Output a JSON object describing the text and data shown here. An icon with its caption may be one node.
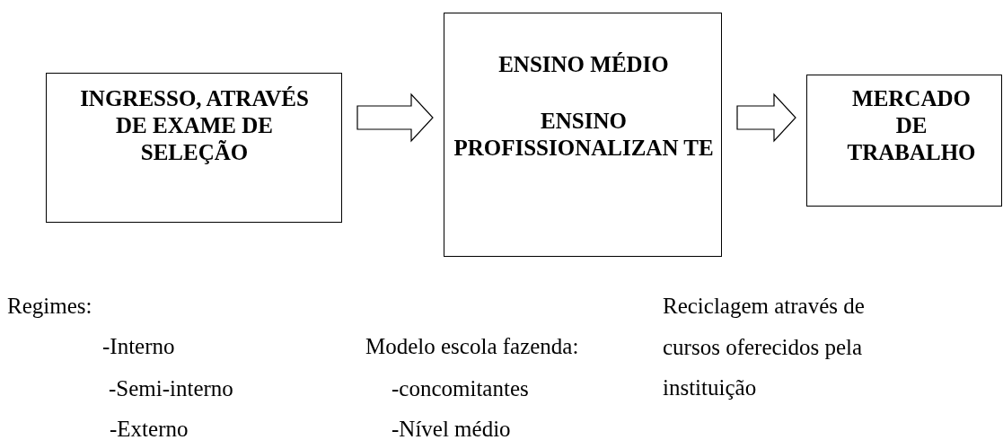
{
  "diagram": {
    "nodes": [
      {
        "text": [
          "INGRESSO, ATRAVÉS DE EXAME DE SELEÇÃO"
        ]
      },
      {
        "text": [
          "ENSINO MÉDIO",
          "ENSINO PROFISSIONALIZAN TE"
        ]
      },
      {
        "text": [
          "MERCADO DE TRABALHO"
        ]
      }
    ],
    "edges": [
      {
        "from": 0,
        "to": 1,
        "arrow": "to"
      },
      {
        "from": 1,
        "to": 2,
        "arrow": "to"
      }
    ],
    "labels": [
      "Regimes:",
      "Reciclagem através de cursos oferecidos pela instituição",
      "-Interno",
      "Modelo escola fazenda:",
      "-Semi-interno",
      "-concomitantes",
      "-Externo",
      "-Nível médio"
    ]
  }
}
